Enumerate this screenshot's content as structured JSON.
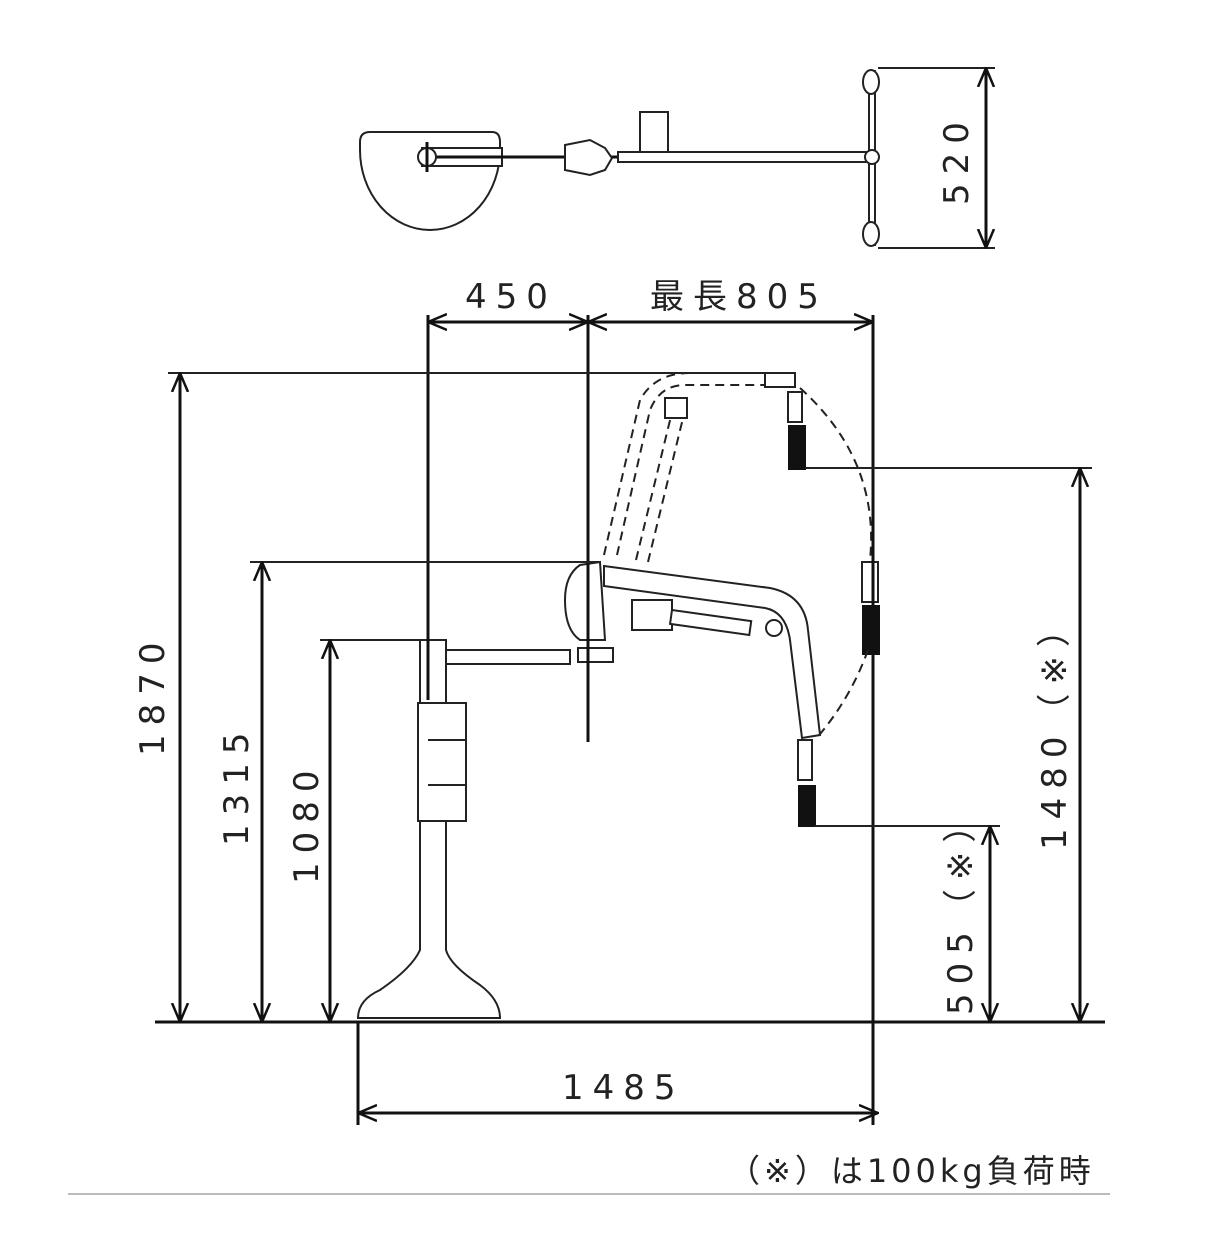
{
  "title": "Lift dimension drawing",
  "dimensions": {
    "top_width": "520",
    "pole_to_pivot": "450",
    "max_reach": "最長805",
    "total_height": "1870",
    "pivot_height": "1315",
    "arm_height": "1080",
    "hook_high": "1480（※）",
    "hook_low": "505（※）",
    "base_length": "1485"
  },
  "footnote": "（※）は100kg負荷時"
}
